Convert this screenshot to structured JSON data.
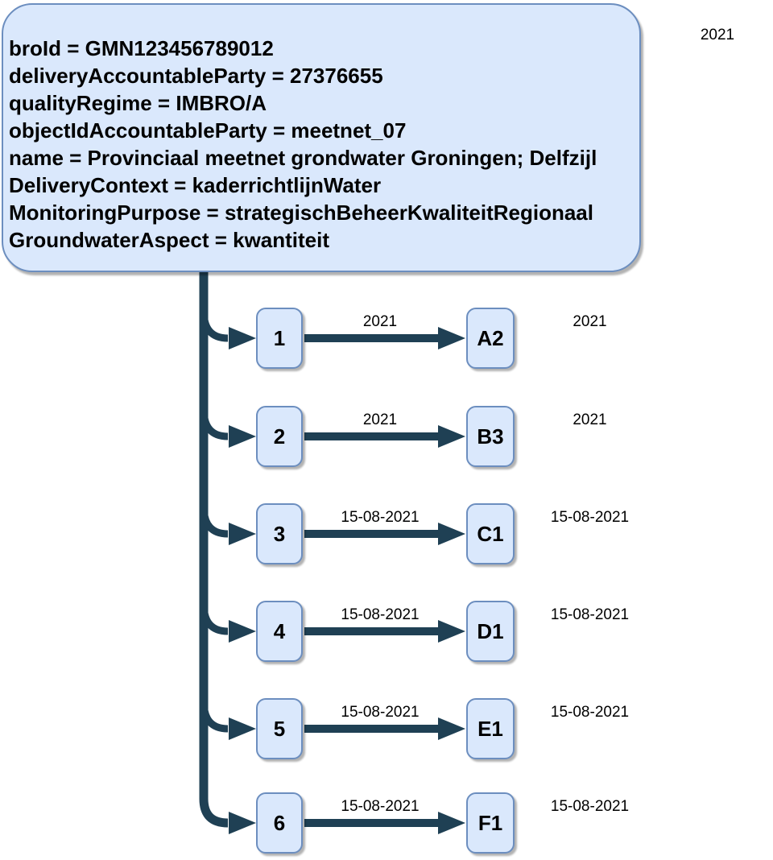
{
  "diagram": {
    "header_box": {
      "lines": [
        "broId = GMN123456789012",
        "deliveryAccountableParty = 27376655",
        "qualityRegime = IMBRO/A",
        "objectIdAccountableParty = meetnet_07",
        "name = Provinciaal meetnet grondwater Groningen; Delfzijl",
        "DeliveryContext = kaderrichtlijnWater",
        "MonitoringPurpose = strategischBeheerKwaliteitRegionaal",
        "GroundwaterAspect = kwantiteit"
      ]
    },
    "top_right_year": "2021",
    "rows": [
      {
        "source": "1",
        "edge_label": "2021",
        "target": "A2",
        "right_label": "2021"
      },
      {
        "source": "2",
        "edge_label": "2021",
        "target": "B3",
        "right_label": "2021"
      },
      {
        "source": "3",
        "edge_label": "15-08-2021",
        "target": "C1",
        "right_label": "15-08-2021"
      },
      {
        "source": "4",
        "edge_label": "15-08-2021",
        "target": "D1",
        "right_label": "15-08-2021"
      },
      {
        "source": "5",
        "edge_label": "15-08-2021",
        "target": "E1",
        "right_label": "15-08-2021"
      },
      {
        "source": "6",
        "edge_label": "15-08-2021",
        "target": "F1",
        "right_label": "15-08-2021"
      }
    ]
  },
  "colors": {
    "node_fill": "#dae8fc",
    "node_stroke": "#6c8ebf",
    "connector": "#1f4054"
  }
}
